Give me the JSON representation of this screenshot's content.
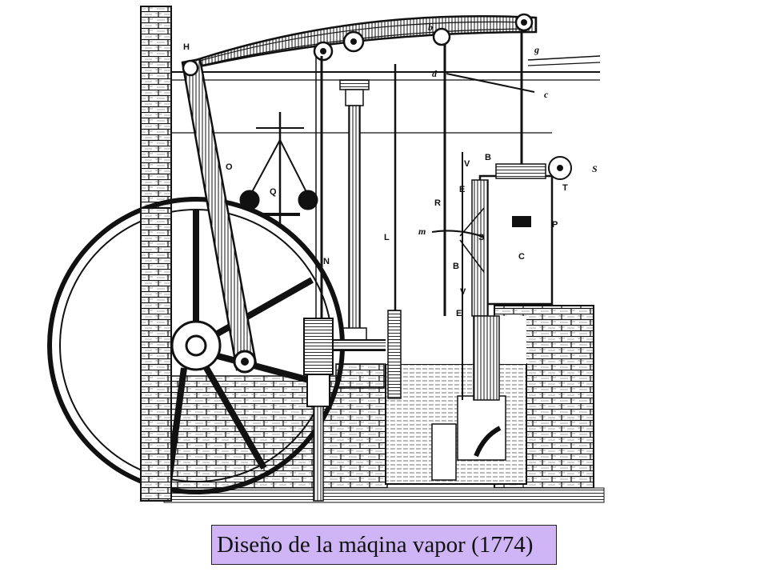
{
  "caption": "Diseño de la máqina vapor (1774)",
  "labels": {
    "H": "H",
    "b": "b",
    "g": "g",
    "d": "d",
    "c": "c",
    "O": "O",
    "Q": "Q",
    "N": "N",
    "L": "L",
    "R": "R",
    "B_top": "B",
    "V_top": "V",
    "E_top": "E",
    "S_right": "S",
    "T": "T",
    "P": "P",
    "m": "m",
    "S_mid": "S",
    "B_mid": "B",
    "C": "C",
    "V_bottom": "V",
    "E_bottom": "E"
  },
  "colors": {
    "ink": "#111111",
    "caption_bg": "#cfb5f5",
    "background": "#ffffff"
  }
}
